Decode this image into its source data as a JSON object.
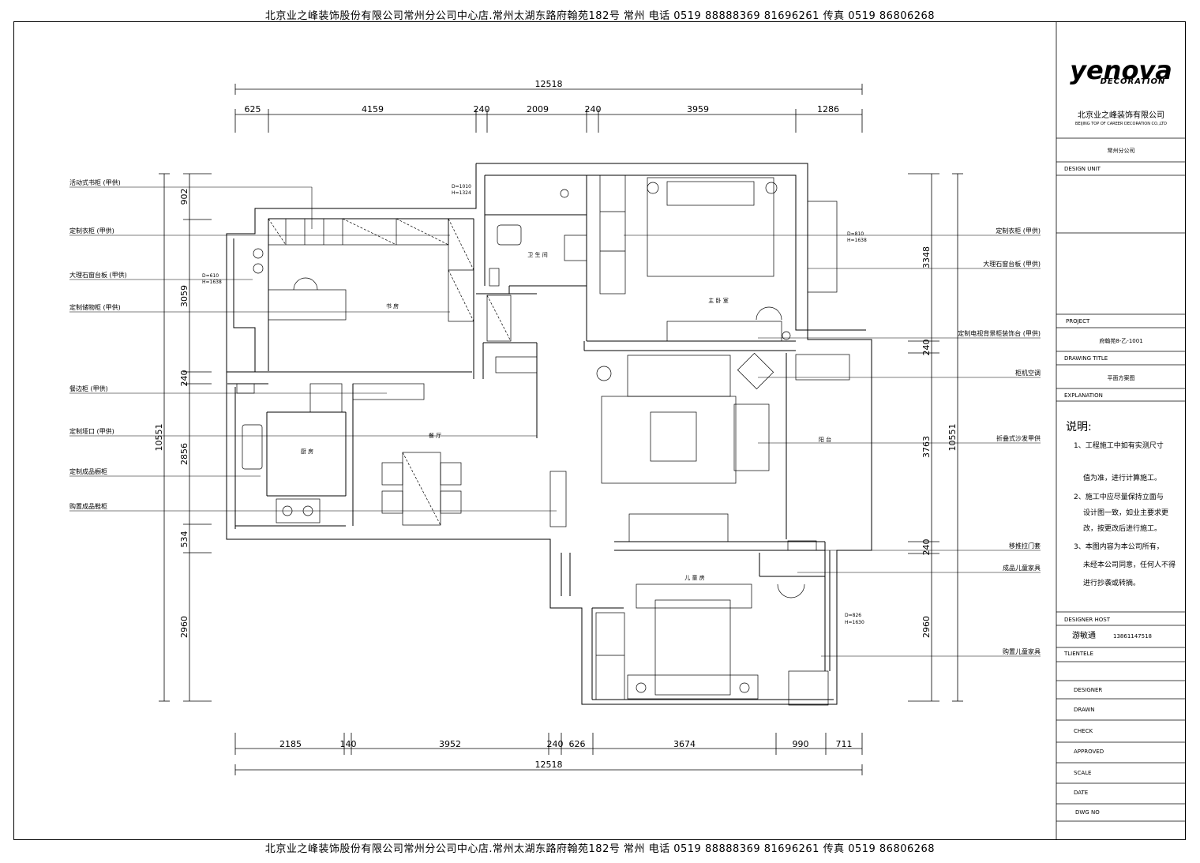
{
  "header_text": "北京业之峰装饰股份有限公司常州分公司中心店.常州太湖东路府翰苑182号    常州  电话 0519 88888369 81696261  传真 0519 86806268",
  "title_block": {
    "logo_text": "yenova",
    "logo_sub": "DECORATION",
    "company_cn": "北京业之峰装饰有限公司",
    "company_en": "BEIJING TOP OF CAREER DECORATION CO.,LTD",
    "branch": "常州分公司",
    "design_unit_label": "DESIGN UNIT",
    "project_label": "PROJECT",
    "project_value": "府翰苑8-乙-1001",
    "drawing_title_label": "DRAWING TITLE",
    "drawing_title_value": "平面方案图",
    "explanation_label": "EXPLANATION",
    "notes_title": "说明:",
    "notes": [
      "1、工程施工中如有实测尺寸",
      "值为准，进行计算施工。",
      "2、施工中应尽量保持立面与",
      "设计图一致，如业主要求更",
      "改，按更改后进行施工。",
      "3、本图内容为本公司所有，",
      "未经本公司同意，任何人不得",
      "进行抄袭或转摘。"
    ],
    "designer_host_label": "DESIGNER HOST",
    "designer_host_name": "游敏通",
    "designer_host_phone": "13861147518",
    "clientele_label": "TLIENTELE",
    "designer_label": "DESIGNER",
    "drawn_label": "DRAWN",
    "check_label": "CHECK",
    "approved_label": "APPROVED",
    "scale_label": "SCALE",
    "date_label": "DATE",
    "dwg_label": "DWG NO"
  },
  "dimensions": {
    "top_total": "12518",
    "top_segments": [
      "625",
      "4159",
      "240",
      "2009",
      "240",
      "3959",
      "1286"
    ],
    "bottom_total": "12518",
    "bottom_segments": [
      "2185",
      "140",
      "3952",
      "240",
      "626",
      "3674",
      "990",
      "711"
    ],
    "left_total": "10551",
    "left_segments": [
      "902",
      "3059",
      "240",
      "2856",
      "534",
      "2960"
    ],
    "right_total": "10551",
    "right_segments": [
      "3348",
      "240",
      "3763",
      "240",
      "2960"
    ]
  },
  "annotations_left": [
    "活动式书柜 (甲供)",
    "定制衣柜 (甲供)",
    "大理石窗台板 (甲供)",
    "定制储物柜 (甲供)",
    "餐边柜 (甲供)",
    "定制垭口 (甲供)",
    "定制成品橱柜",
    "购置成品鞋柜"
  ],
  "annotations_right": [
    "定制衣柜 (甲供)",
    "大理石窗台板 (甲供)",
    "定制电视背景柜装饰台 (甲供)",
    "柜机空调",
    "折叠式沙发甲供",
    "移推拉门套",
    "成品儿童家具",
    "购置儿童家具"
  ],
  "rooms": {
    "study": "书 房",
    "bathroom": "卫 生 间",
    "master_bedroom": "主 卧 室",
    "kitchen": "厨 房",
    "dining": "餐 厅",
    "balcony": "阳 台",
    "kids_room": "儿 童 房"
  },
  "window_tags": {
    "study_window": [
      "D=610",
      "H=1638"
    ],
    "bath_window": [
      "D=1010",
      "H=1324"
    ],
    "master_window": [
      "D=810",
      "H=1638"
    ],
    "kids_window": [
      "D=826",
      "H=1630"
    ]
  }
}
